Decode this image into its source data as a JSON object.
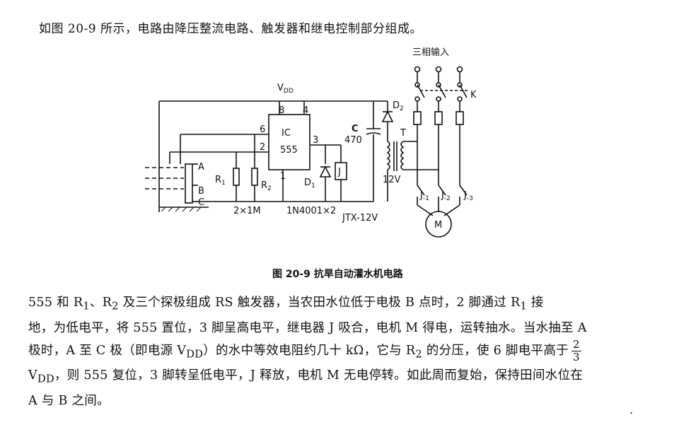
{
  "intro": "如图 20-9 所示，电路由降压整流电路、触发器和继电控制部分组成。",
  "diagram": {
    "three_phase_input": "三相输入",
    "switch_k": "K",
    "vdd": "V",
    "vdd_sub": "DD",
    "pin8": "8",
    "pin4": "4",
    "pin6": "6",
    "pin2": "2",
    "pin3": "3",
    "pin1": "1",
    "ic_label": "IC",
    "ic_name": "555",
    "cap_label": "C",
    "cap_value": "470",
    "d2": "D",
    "d2_sub": "2",
    "t": "T",
    "probe_a": "A",
    "probe_b": "B",
    "probe_c": "C",
    "r1": "R",
    "r1_sub": "1",
    "r2": "R",
    "r2_sub": "2",
    "d1": "D",
    "d1_sub": "1",
    "relay_j": "J",
    "v12": "12V",
    "j1": "J",
    "j1_sub": "-1",
    "j2": "J",
    "j2_sub": "-2",
    "j3": "J",
    "j3_sub": "-3",
    "motor": "M",
    "resistors_value": "2×1M",
    "diode_value": "1N4001×2",
    "relay_value": "JTX-12V"
  },
  "caption": "图 20-9   抗旱自动灌水机电路",
  "paragraph": {
    "l1a": "555 和 R",
    "l1b": "、R",
    "l1c": " 及三个探极组成 RS 触发器，当农田水位低于电极 B 点时，2 脚通过 R",
    "l1d": " 接",
    "l2": "地，为低电平，将 555 置位，3 脚呈高电平，继电器 J 吸合，电机 M 得电，运转抽水。当水抽至 A",
    "l3a": "极时，A 至 C 极（即电源 V",
    "l3b": "）的水中等效电阻约几十 kΩ，它与 R",
    "l3c": " 的分压，使 6 脚电平高于",
    "frac_num": "2",
    "frac_den": "3",
    "l4a": "V",
    "l4b": "，则 555 复位，3 脚转呈低电平，J 释放，电机 M 无电停转。如此周而复始，保持田间水位在",
    "l5": "A 与 B 之间。",
    "sub1": "1",
    "sub2": "2",
    "sub_dd": "DD"
  },
  "trailing_dot": "."
}
